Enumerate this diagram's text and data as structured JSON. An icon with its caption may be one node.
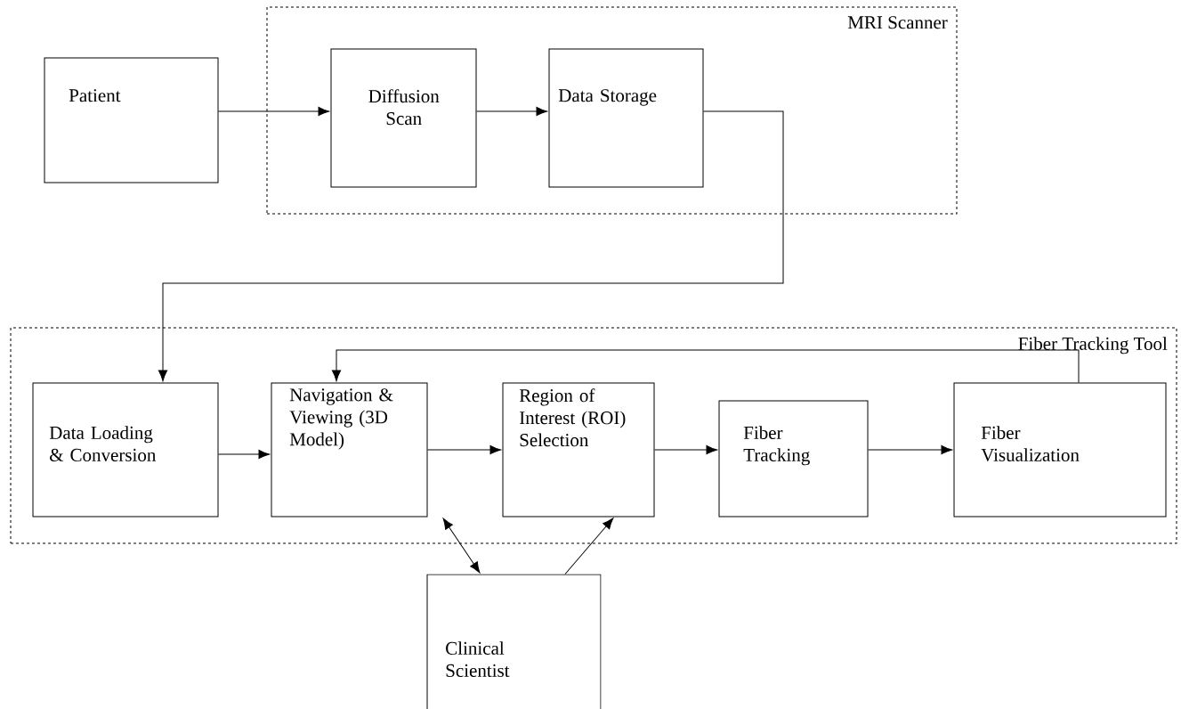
{
  "diagram": {
    "nodes": [
      {
        "text": [
          "MRI Scanner"
        ]
      },
      {
        "text": [
          "Patient"
        ]
      },
      {
        "text": [
          "Diffusion Scan"
        ],
        "in": 0
      },
      {
        "text": [
          "Data Storage"
        ],
        "in": 0
      },
      {
        "text": [
          "Fiber Tracking Tool"
        ]
      },
      {
        "text": [
          "Data Loading & Conversion"
        ],
        "in": 4
      },
      {
        "text": [
          "Navigation & Viewing (3D Model)"
        ],
        "in": 4
      },
      {
        "text": [
          "Region of Interest (ROI) Selection"
        ],
        "in": 4
      },
      {
        "text": [
          "Fiber Tracking"
        ],
        "in": 4
      },
      {
        "text": [
          "Fiber Visualization"
        ],
        "in": 4
      },
      {
        "text": [
          "Clinical Scientist"
        ]
      }
    ],
    "edges": [
      {
        "from": 1,
        "to": 2,
        "arrow": "to"
      },
      {
        "from": 2,
        "to": 3,
        "arrow": "to"
      },
      {
        "from": 3,
        "to": 5,
        "arrow": "to"
      },
      {
        "from": 5,
        "to": 6,
        "arrow": "to"
      },
      {
        "from": 6,
        "to": 7,
        "arrow": "to"
      },
      {
        "from": 7,
        "to": 8,
        "arrow": "to"
      },
      {
        "from": 8,
        "to": 9,
        "arrow": "to"
      },
      {
        "from": 9,
        "to": 6,
        "arrow": "to"
      },
      {
        "from": 6,
        "to": 10,
        "arrow": "both"
      },
      {
        "from": 10,
        "to": 7,
        "arrow": "to"
      }
    ]
  }
}
